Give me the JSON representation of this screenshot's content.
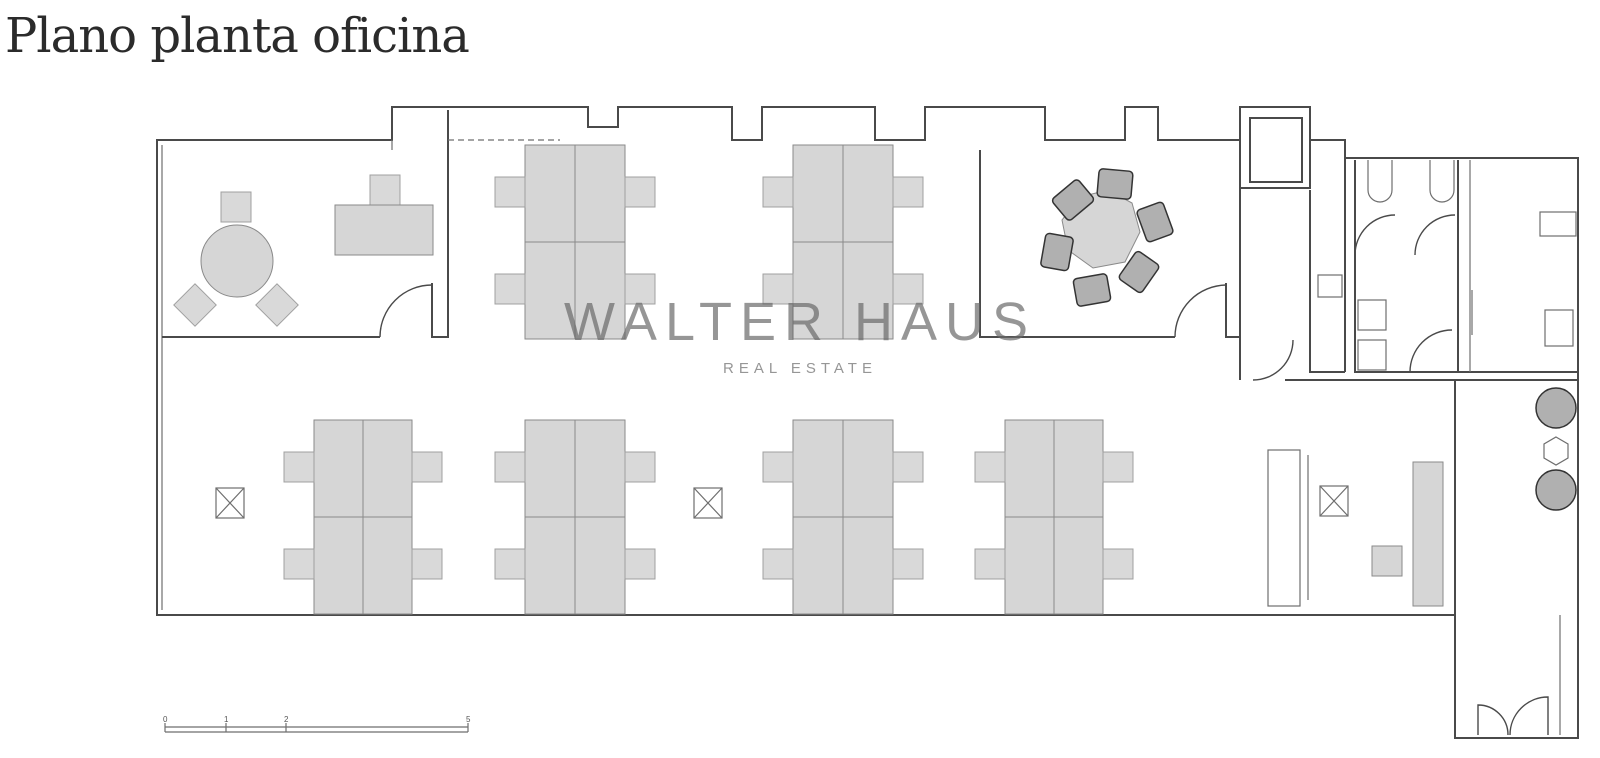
{
  "title": "Plano planta oficina",
  "watermark": {
    "brand": "WALTER HAUS",
    "tagline": "REAL ESTATE"
  },
  "scale_bar": {
    "ticks": [
      "0",
      "1",
      "2",
      "5"
    ]
  }
}
